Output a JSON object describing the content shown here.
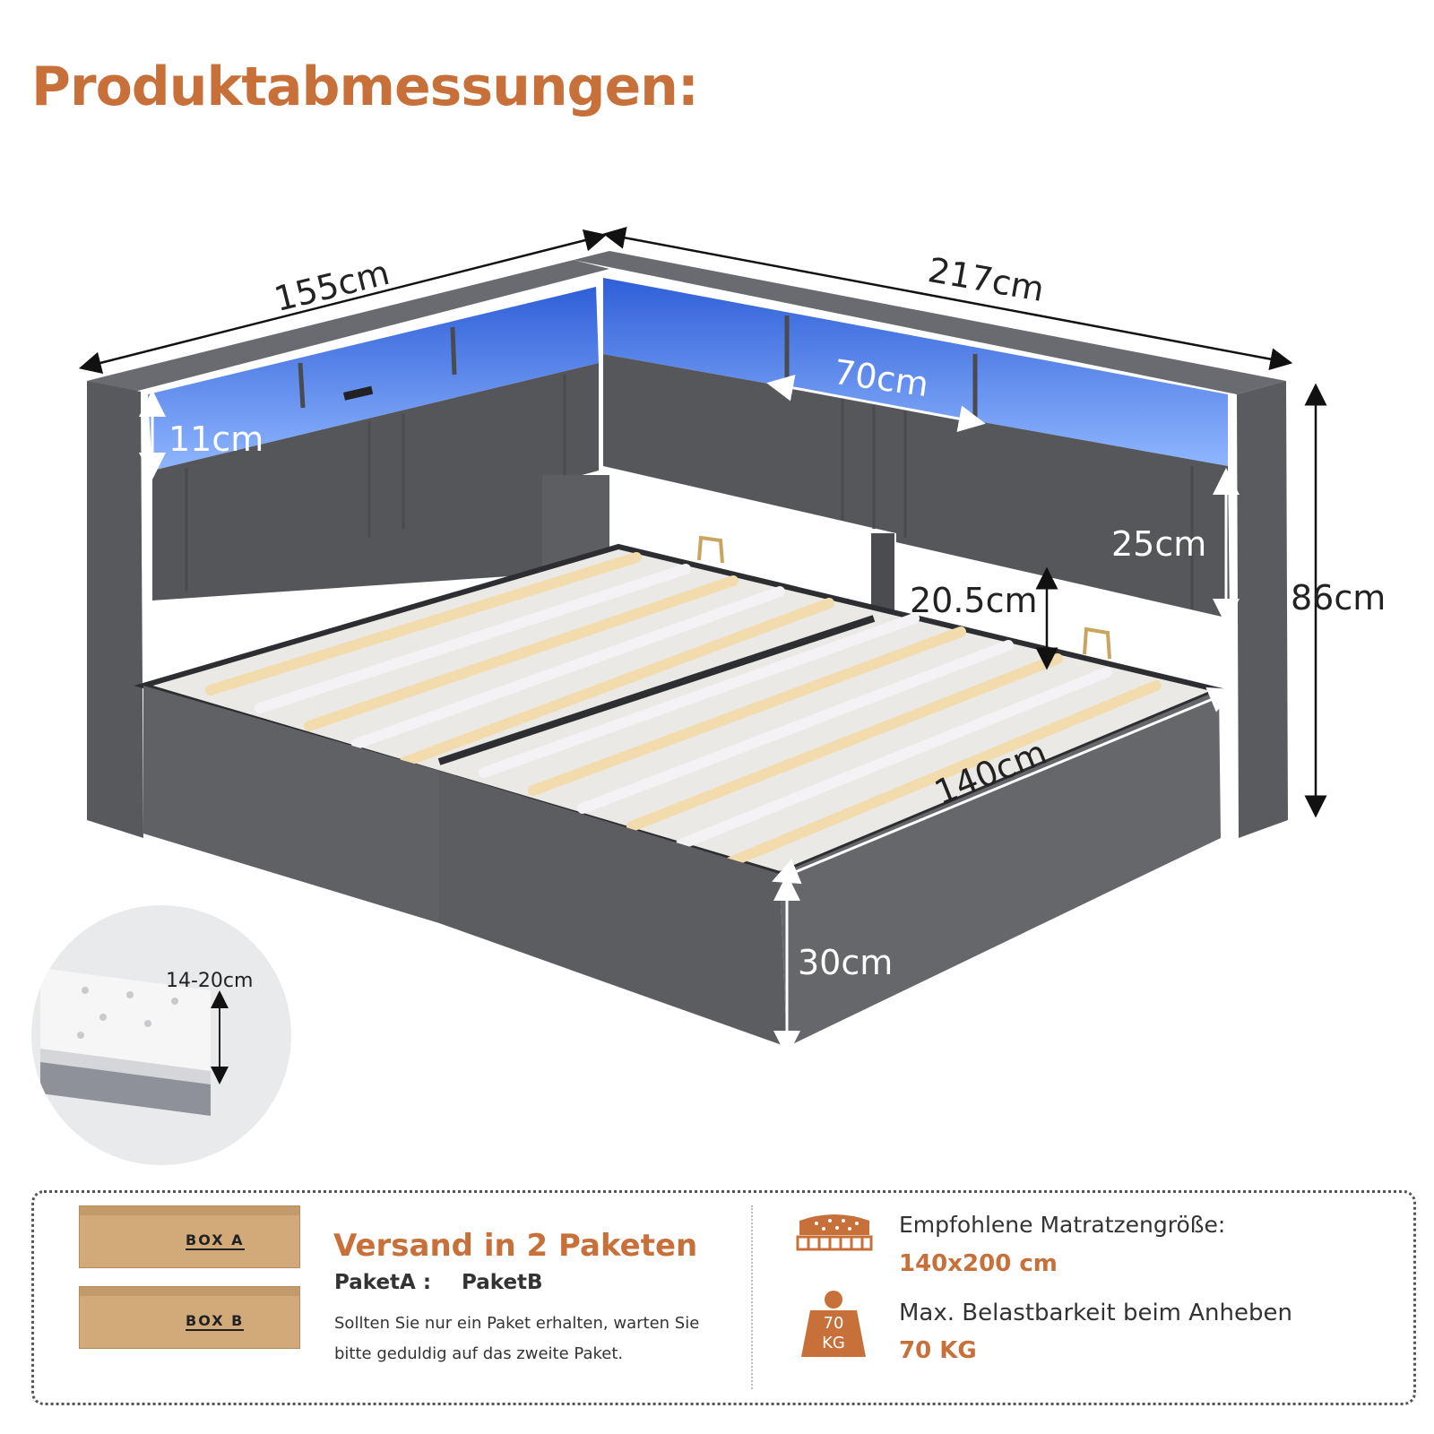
{
  "title": "Produktabmessungen:",
  "dimensions": {
    "length_short": "155cm",
    "length_long": "217cm",
    "shelf_width": "70cm",
    "shelf_height": "11cm",
    "backrest_height": "25cm",
    "total_height": "86cm",
    "rail_to_slat": "20.5cm",
    "width": "140cm",
    "base_height": "30cm"
  },
  "mattress_thickness": "14-20cm",
  "shipping": {
    "box_a_label": "BOX  A",
    "box_b_label": "BOX  B",
    "title": "Versand in 2 Paketen",
    "package_a": "PaketA :",
    "package_b": "PaketB",
    "note": "Sollten Sie nur ein Paket erhalten, warten Sie bitte geduldig auf das zweite Paket."
  },
  "specs": {
    "mattress_label": "Empfohlene Matratzengröße:",
    "mattress_value": "140x200 cm",
    "load_label": "Max. Belastbarkeit beim Anheben",
    "load_value": "70 KG",
    "weight_icon_line1": "70",
    "weight_icon_line2": "KG"
  },
  "colors": {
    "accent": "#c8703a",
    "fabric": "#5b5c60",
    "led": "#3f7cf0"
  }
}
